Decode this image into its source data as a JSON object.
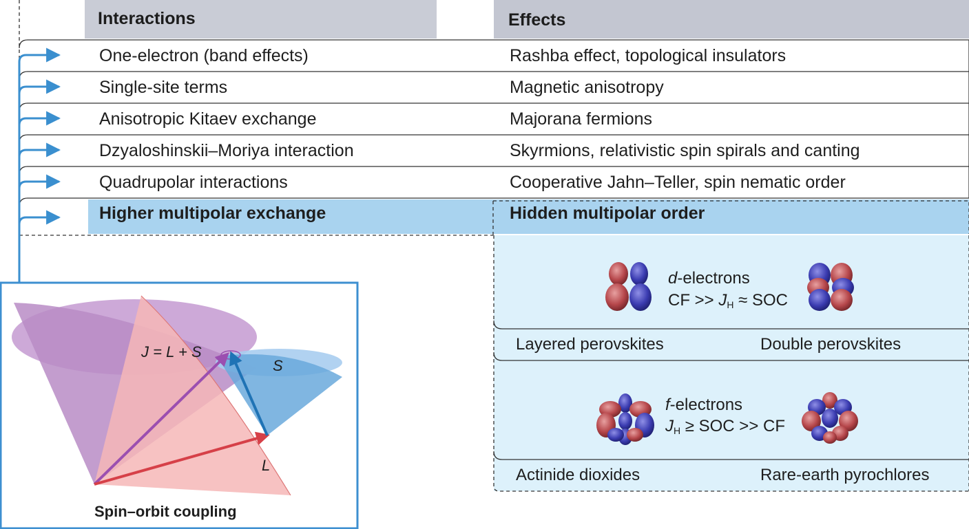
{
  "header": {
    "interactions_title": "Interactions",
    "effects_title": "Effects"
  },
  "rows": [
    {
      "interaction": "One-electron (band effects)",
      "effect": "Rashba effect, topological insulators"
    },
    {
      "interaction": "Single-site terms",
      "effect": "Magnetic anisotropy"
    },
    {
      "interaction": "Anisotropic Kitaev exchange",
      "effect": "Majorana fermions"
    },
    {
      "interaction": "Dzyaloshinskii–Moriya interaction",
      "effect": "Skyrmions, relativistic spin spirals and canting"
    },
    {
      "interaction": "Quadrupolar interactions",
      "effect": "Cooperative Jahn–Teller, spin nematic order"
    },
    {
      "interaction": "Higher multipolar exchange",
      "effect": "Hidden multipolar order"
    }
  ],
  "multipolar": {
    "d": {
      "title_italic": "d",
      "title_rest": "-electrons",
      "rel_a": "CF >> ",
      "rel_j": "J",
      "rel_sub": "H",
      "rel_b": " ≈ SOC",
      "left": "Layered perovskites",
      "right": "Double perovskites"
    },
    "f": {
      "title_italic": "f",
      "title_rest": "-electrons",
      "rel_j": "J",
      "rel_sub": "H",
      "rel_b": " ≥ SOC >> CF",
      "left": "Actinide dioxides",
      "right": "Rare-earth pyrochlores"
    }
  },
  "soc": {
    "caption": "Spin–orbit coupling",
    "j_label": "J = L + S",
    "s_label": "S",
    "l_label": "L"
  },
  "colors": {
    "header_grey": "#c9ccd6",
    "highlight_blue": "#a9d3ef",
    "panel_blue": "#ddf1fb",
    "arrow_blue": "#3a8fcf",
    "box_blue": "#3d8fd0",
    "purple_cone": "#b98cc5",
    "pink_cone": "#f6b7b7",
    "blue_cone": "#6aa9dc",
    "vec_purple": "#9b4fb0",
    "vec_red": "#d64048",
    "vec_blue": "#1f73b5"
  }
}
